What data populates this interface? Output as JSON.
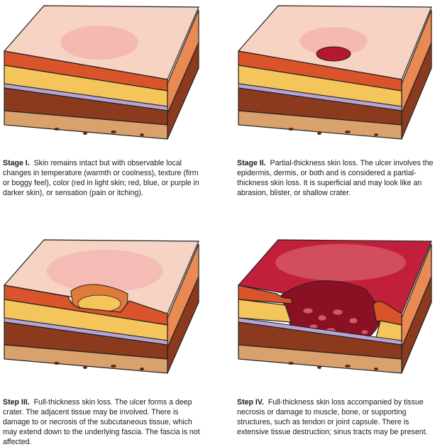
{
  "stages": [
    {
      "label": "Stage I.",
      "text": "Skin remains intact but with observable local changes in temperature (warmth or coolness), texture (firm or boggy feel), color (red in light skin; red, blue, or purple in darker skin), or sensation (pain or itching)."
    },
    {
      "label": "Stage II.",
      "text": "Partial-thickness skin loss. The ulcer involves the epidermis, dermis, or both and is considered a partial-thickness skin loss. It is superficial and may look like an abrasion, blister, or shallow crater."
    },
    {
      "label": "Step III.",
      "text": "Full-thickness skin loss. The ulcer forms a deep crater. The adjacent tissue may be involved. There is damage to or necrosis of the subcutaneous tissue, which may extend down to the underlying fascia. The fascia is not affected."
    },
    {
      "label": "Step IV.",
      "text": "Full-thickness skin loss accompanied by tissue necrosis or damage to muscle, bone, or supporting structures, such as tendon or joint capsule. There is extensive tissue destruction; sinus tracts may be present."
    }
  ],
  "colors": {
    "skin_top": "#f6d3c2",
    "dermis": "#d9542a",
    "fat": "#f4c55a",
    "fascia": "#b7a4d6",
    "muscle": "#8c3a1e",
    "bone": "#d9a16b",
    "wound": "#b5172e"
  }
}
